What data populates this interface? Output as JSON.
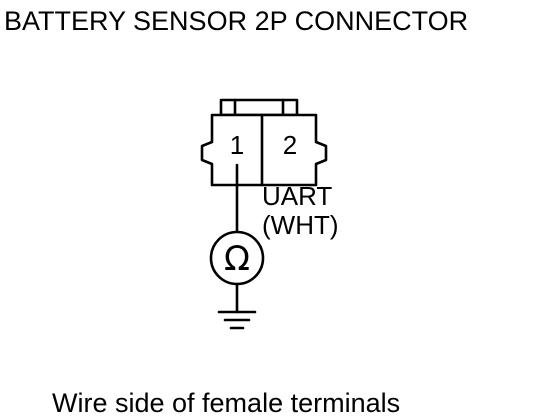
{
  "title": "BATTERY SENSOR 2P CONNECTOR",
  "connector": {
    "pins": [
      "1",
      "2"
    ]
  },
  "wire": {
    "name": "UART",
    "color": "(WHT)"
  },
  "meter": {
    "symbol": "Ω"
  },
  "caption": "Wire side of female terminals"
}
